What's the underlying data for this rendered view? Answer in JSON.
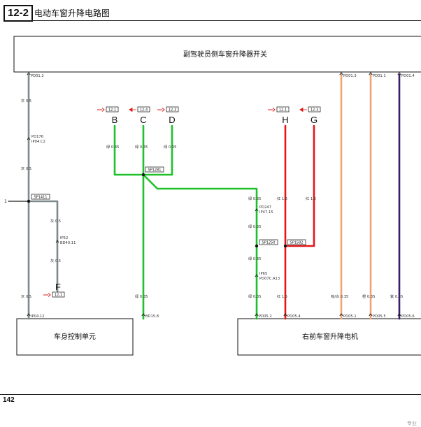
{
  "header": {
    "section_number": "12-2",
    "title": "电动车窗升降电路图"
  },
  "footer": {
    "page_number": "142",
    "corner_text": "专业"
  },
  "components": {
    "top_switch": "副驾驶员侧车窗升降器开关",
    "bcm": "车身控制单元",
    "motor": "右前车窗升降电机"
  },
  "connectors": {
    "pd01_2": "PD01.2",
    "pd01_3": "PD01.3",
    "pd01_1": "PD01.1",
    "pd01_4": "PD01.4",
    "ip04_12": "IP04.12",
    "bd15_8": "BD15.8",
    "pd05_2": "PD05.2",
    "pd05_4": "PD05.4",
    "pd05_1": "PD05.1",
    "pd05_5": "PD05.5",
    "pd05_6": "PD05.6",
    "pd176": "PD176",
    "ip04_c2": "IP04.C2",
    "ip52": "IP52",
    "bd40_11": "BD40.11",
    "pd247": "PD247",
    "ip47_15": "IP47.15",
    "ip65": "IP65",
    "pd07c_a13": "PD07C.A13"
  },
  "splices": {
    "s1": "SP1411",
    "s2": "SP1281",
    "s3": "SP1250",
    "s4": "SP1582"
  },
  "wire_labels": {
    "gray": "灰 0.5",
    "green": "绿 0.35",
    "red": "红 1.5",
    "orange": "橙 0.35",
    "orange2": "棕/白 0.35",
    "purple": "紫 0.35"
  },
  "refs": {
    "ref_b": "12-1",
    "ref_c": "12-4",
    "ref_d": "12-3",
    "ref_h": "12-1",
    "ref_g": "12-3",
    "ref_f": "12-1"
  },
  "letters": {
    "b": "B",
    "c": "C",
    "d": "D",
    "h": "H",
    "g": "G",
    "f": "F"
  },
  "side_mark": "1",
  "colors": {
    "gray": "#7f8a8c",
    "green": "#1fc12b",
    "red": "#e3171b",
    "orange": "#f0a476",
    "purple": "#3b1d68",
    "ink": "#222222",
    "arrow_red": "#e01818"
  }
}
